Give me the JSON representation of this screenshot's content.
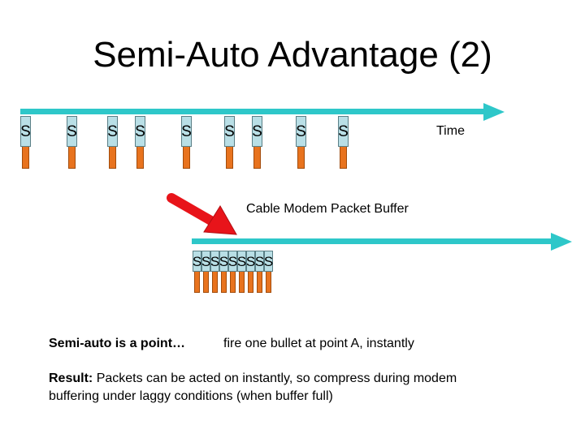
{
  "slide": {
    "title": "Semi-Auto Advantage (2)",
    "packet_letter": "S",
    "time_label": "Time",
    "buffer_label": "Cable Modem Packet Buffer",
    "semi_auto_label": "Semi-auto is a point…",
    "fire_text": "fire one bullet at point A, instantly",
    "result_label": "Result:",
    "result_text": "Packets can be acted on instantly, so compress during modem buffering under laggy conditions (when buffer full)"
  },
  "colors": {
    "timeline": "#2ec7c9",
    "packet_head": "#b9dfe6",
    "packet_stem": "#e8731e",
    "arrow": "#e8141a"
  }
}
